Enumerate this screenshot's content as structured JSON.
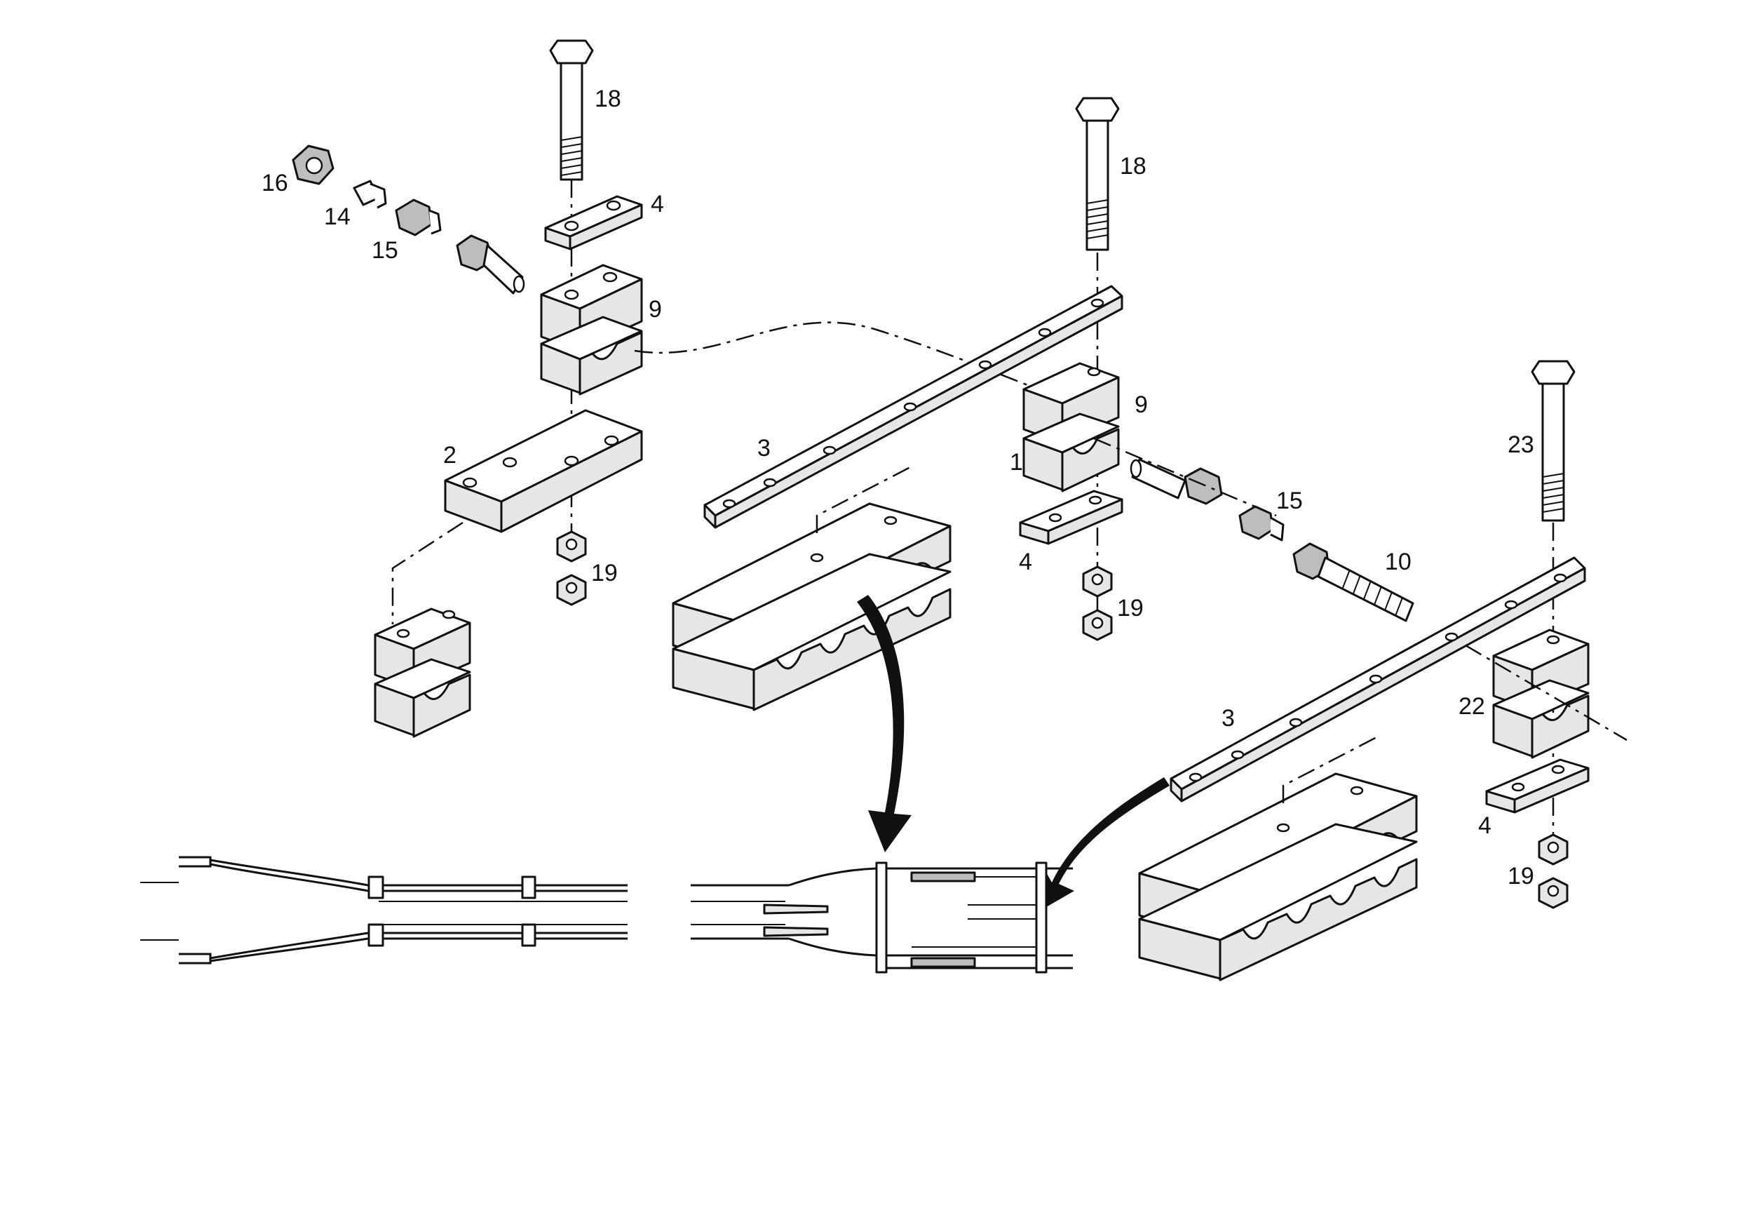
{
  "drawing": {
    "callouts": [
      "1",
      "2",
      "3",
      "3",
      "4",
      "4",
      "4",
      "9",
      "9",
      "10",
      "14",
      "15",
      "15",
      "16",
      "18",
      "18",
      "19",
      "19",
      "19",
      "22",
      "23"
    ]
  }
}
